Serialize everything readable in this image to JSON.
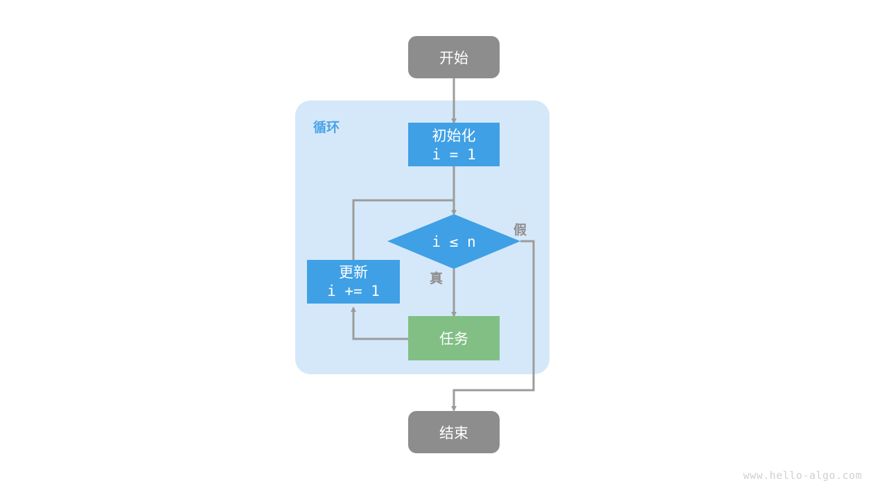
{
  "diagram": {
    "title_watermark": "www.hello-algo.com",
    "cluster": {
      "label": "循环"
    },
    "nodes": {
      "start": {
        "label": "开始",
        "shape": "stadium",
        "color": "#8d8d8d"
      },
      "init": {
        "line1": "初始化",
        "line2": "i = 1",
        "shape": "rect",
        "color": "#3fa0e5"
      },
      "condition": {
        "label": "i ≤ n",
        "shape": "diamond",
        "color": "#3fa0e5"
      },
      "update": {
        "line1": "更新",
        "line2": "i += 1",
        "shape": "rect",
        "color": "#3fa0e5"
      },
      "task": {
        "label": "任务",
        "shape": "rect",
        "color": "#81bf85"
      },
      "end": {
        "label": "结束",
        "shape": "stadium",
        "color": "#8d8d8d"
      }
    },
    "edge_labels": {
      "true_branch": "真",
      "false_branch": "假"
    },
    "colors": {
      "blue": "#3fa0e5",
      "green": "#81bf85",
      "gray": "#8d8d8d",
      "cluster_bg": "#d5e8fa",
      "edge": "#9b9b9b",
      "cluster_label": "#4aa3e8",
      "watermark": "#d0d0d0",
      "background": "#ffffff"
    }
  }
}
